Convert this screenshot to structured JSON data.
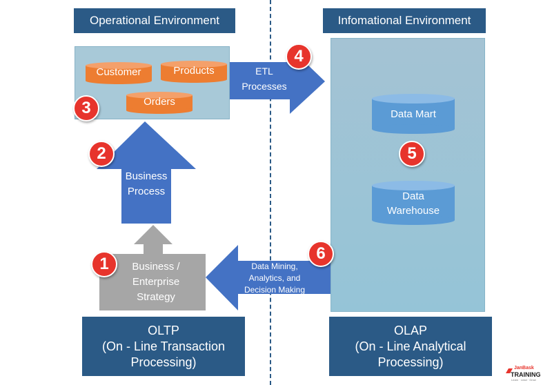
{
  "headers": {
    "operational": "Operational Environment",
    "informational": "Infomational Environment"
  },
  "operational_db": {
    "customer": "Customer",
    "products": "Products",
    "orders": "Orders"
  },
  "arrows": {
    "etl_line1": "ETL",
    "etl_line2": "Processes",
    "business_line1": "Business",
    "business_line2": "Process",
    "strategy_line1": "Business /",
    "strategy_line2": "Enterprise",
    "strategy_line3": "Strategy",
    "mining_line1": "Data Mining,",
    "mining_line2": "Analytics, and",
    "mining_line3": "Decision Making"
  },
  "informational_db": {
    "mart": "Data Mart",
    "warehouse_line1": "Data",
    "warehouse_line2": "Warehouse"
  },
  "badges": [
    "1",
    "2",
    "3",
    "4",
    "5",
    "6"
  ],
  "footers": {
    "oltp_line1": "OLTP",
    "oltp_line2": "(On - Line Transaction",
    "oltp_line3": "Processing)",
    "olap_line1": "OLAP",
    "olap_line2": "(On - Line Analytical",
    "olap_line3": "Processing)"
  },
  "logo": {
    "brand": "JanBask",
    "name": "TRAINING",
    "tagline": "Learn · Lead · Grow"
  },
  "colors": {
    "header_blue": "#2b5a86",
    "arrow_blue": "#4472c4",
    "panel_teal": "#a8c9d8",
    "cylinder_orange": "#ed7d31",
    "cylinder_blue": "#5b9bd5",
    "badge_red": "#e7342c",
    "strategy_gray": "#a6a6a6"
  }
}
